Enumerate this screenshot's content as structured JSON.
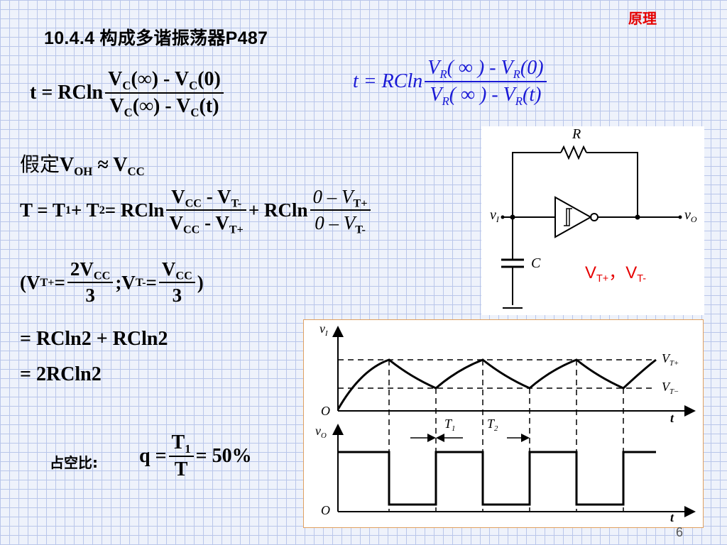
{
  "header": {
    "title": "10.4.4  构成多谐振荡器P487",
    "badge": "原理"
  },
  "formulas": {
    "t_lhs": "t = RCln",
    "t_num": "V",
    "vc_inf_num": "(∞) - V",
    "vc0": "(0)",
    "vc_inf_den": "(∞) - V",
    "vct": "(t)",
    "sub_c": "C",
    "assume_text": "假定",
    "v_oh": "V",
    "sub_oh": "OH",
    "approx": " ≈ V",
    "sub_cc": "CC",
    "period_lhs": "T = T",
    "sub_1": "1",
    "plus_t": " + T",
    "sub_2": "2",
    "eq_rcln": " = RCln",
    "vcc_minus_vt": " - V",
    "sub_tminus": "T-",
    "sub_tplus": "T+",
    "plus_rcln": "+ RCln",
    "zero_minus": "0 – V",
    "paren_open": "(V",
    "eq": " =",
    "two_vcc": "2V",
    "three": "3",
    "semicolon_v": ";V",
    "vcc_num": "V",
    "paren_close": ")",
    "result1": "= RCln2 + RCln2",
    "result2": "= 2RCln2",
    "duty_label": "占空比:",
    "q_lhs": "q =",
    "t1_num": "T",
    "t_den": "T",
    "duty_value": "= 50%"
  },
  "principle": {
    "t_lhs": "t = RCln",
    "num_a": "V",
    "num_inf": "( ∞ ) - V",
    "num_0": "(0)",
    "den_inf": "( ∞ ) - V",
    "den_t": "(t)",
    "sub_r": "R"
  },
  "circuit": {
    "resistor_label": "R",
    "capacitor_label": "C",
    "input_label": "v",
    "input_sub": "I",
    "output_label": "v",
    "output_sub": "O",
    "thresholds": "V",
    "thresholds_sub1": "T+",
    "thresholds_mid": "，V",
    "thresholds_sub2": "T-"
  },
  "waveform": {
    "vi_axis": "v",
    "vi_sub": "I",
    "vo_axis": "v",
    "vo_sub": "O",
    "origin": "O",
    "time_axis": "t",
    "vt_plus": "V",
    "vt_plus_sub": "T+",
    "vt_minus": "V",
    "vt_minus_sub": "T−",
    "t1": "T",
    "t1_sub": "1",
    "t2": "T",
    "t2_sub": "2"
  },
  "colors": {
    "accent_red": "#e60000",
    "formula_blue": "#1a1ad6",
    "panel_border": "#e0a060"
  },
  "page_number": "6"
}
